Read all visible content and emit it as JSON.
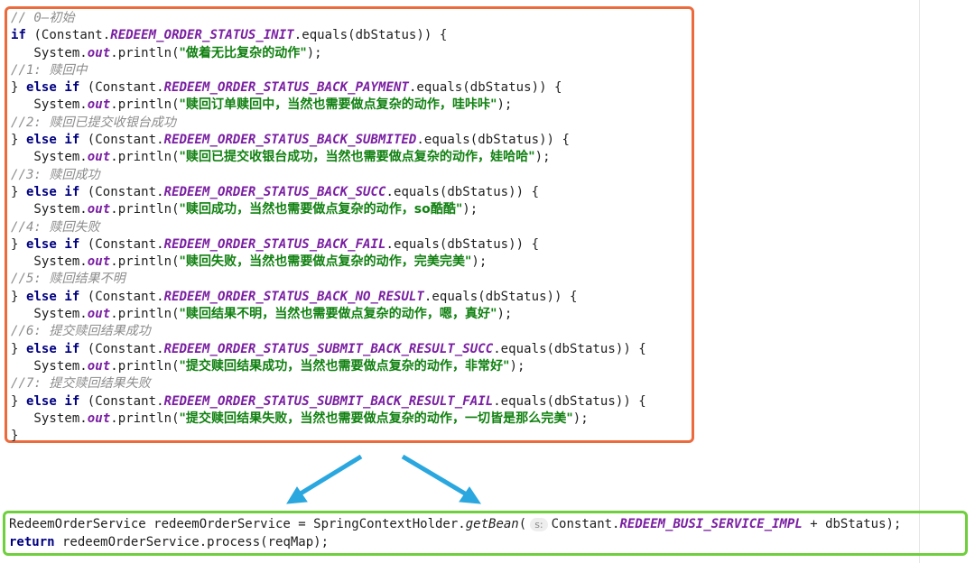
{
  "code": {
    "lines": [
      {
        "kind": "comment",
        "text": "// 0—初始"
      },
      {
        "kind": "if",
        "kw": "if",
        "pre": " (Constant.",
        "const": "REDEEM_ORDER_STATUS_INIT",
        "post": ".equals(dbStatus)) {"
      },
      {
        "kind": "print",
        "text": "\"做着无比复杂的动作\""
      },
      {
        "kind": "comment",
        "text": "//1: 赎回中"
      },
      {
        "kind": "elseif",
        "pre": "} ",
        "kw": "else if",
        "mid": " (Constant.",
        "const": "REDEEM_ORDER_STATUS_BACK_PAYMENT",
        "post": ".equals(dbStatus)) {"
      },
      {
        "kind": "print",
        "text": "\"赎回订单赎回中，当然也需要做点复杂的动作，哇咔咔\""
      },
      {
        "kind": "comment",
        "text": "//2: 赎回已提交收银台成功"
      },
      {
        "kind": "elseif",
        "pre": "} ",
        "kw": "else if",
        "mid": " (Constant.",
        "const": "REDEEM_ORDER_STATUS_BACK_SUBMITED",
        "post": ".equals(dbStatus)) {"
      },
      {
        "kind": "print",
        "text": "\"赎回已提交收银台成功，当然也需要做点复杂的动作，娃哈哈\""
      },
      {
        "kind": "comment",
        "text": "//3: 赎回成功"
      },
      {
        "kind": "elseif",
        "pre": "} ",
        "kw": "else if",
        "mid": " (Constant.",
        "const": "REDEEM_ORDER_STATUS_BACK_SUCC",
        "post": ".equals(dbStatus)) {"
      },
      {
        "kind": "print",
        "text": "\"赎回成功，当然也需要做点复杂的动作，so酷酷\""
      },
      {
        "kind": "comment",
        "text": "//4: 赎回失败"
      },
      {
        "kind": "elseif",
        "pre": "} ",
        "kw": "else if",
        "mid": " (Constant.",
        "const": "REDEEM_ORDER_STATUS_BACK_FAIL",
        "post": ".equals(dbStatus)) {"
      },
      {
        "kind": "print",
        "text": "\"赎回失败，当然也需要做点复杂的动作，完美完美\""
      },
      {
        "kind": "comment",
        "text": "//5: 赎回结果不明"
      },
      {
        "kind": "elseif",
        "pre": "} ",
        "kw": "else if",
        "mid": " (Constant.",
        "const": "REDEEM_ORDER_STATUS_BACK_NO_RESULT",
        "post": ".equals(dbStatus)) {"
      },
      {
        "kind": "print",
        "text": "\"赎回结果不明，当然也需要做点复杂的动作，嗯，真好\""
      },
      {
        "kind": "comment",
        "text": "//6: 提交赎回结果成功"
      },
      {
        "kind": "elseif",
        "pre": "} ",
        "kw": "else if",
        "mid": " (Constant.",
        "const": "REDEEM_ORDER_STATUS_SUBMIT_BACK_RESULT_SUCC",
        "post": ".equals(dbStatus)) {"
      },
      {
        "kind": "print",
        "text": "\"提交赎回结果成功，当然也需要做点复杂的动作，非常好\""
      },
      {
        "kind": "comment",
        "text": "//7: 提交赎回结果失败"
      },
      {
        "kind": "elseif",
        "pre": "} ",
        "kw": "else if",
        "mid": " (Constant.",
        "const": "REDEEM_ORDER_STATUS_SUBMIT_BACK_RESULT_FAIL",
        "post": ".equals(dbStatus)) {"
      },
      {
        "kind": "print",
        "text": "\"提交赎回结果失败，当然也需要做点复杂的动作，一切皆是那么完美\""
      },
      {
        "kind": "plain",
        "text": "}"
      }
    ],
    "print_prefix": "   System.",
    "print_field": "out",
    "print_method": ".println(",
    "print_suffix": ");"
  },
  "bottom": {
    "line1_pre": "RedeemOrderService redeemOrderService = SpringContextHolder.",
    "line1_method": "getBean",
    "line1_paren": "(",
    "hint": "s:",
    "line1_mid": "Constant.",
    "line1_const": "REDEEM_BUSI_SERVICE_IMPL",
    "line1_post": " + dbStatus);",
    "line2_kw": "return",
    "line2_rest": " redeemOrderService.process(reqMap);"
  },
  "colors": {
    "top_border": "#ec6a3c",
    "bottom_border": "#6fcf3c",
    "arrow": "#2aa7df"
  }
}
